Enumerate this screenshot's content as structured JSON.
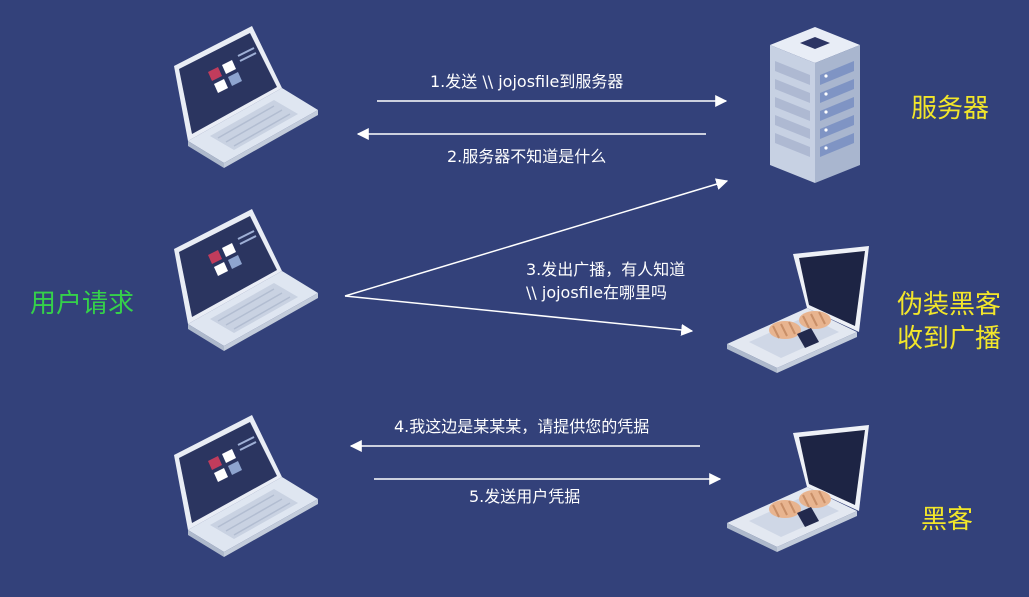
{
  "colors": {
    "background": "#33417a",
    "arrow": "#ffffff",
    "label_text": "#ffffff",
    "server_label": "#f2e62a",
    "hacker_label": "#f2e62a",
    "user_label": "#35d14a"
  },
  "nodes": {
    "server_label": "服务器",
    "user_label": "用户请求",
    "fake_hacker_label_line1": "伪装黑客",
    "fake_hacker_label_line2": "收到广播",
    "hacker_label": "黑客"
  },
  "steps": {
    "step1": "1.发送 \\\\ jojosfile到服务器",
    "step2": "2.服务器不知道是什么",
    "step3_line1": "3.发出广播，有人知道",
    "step3_line2": "\\\\ jojosfile在哪里吗",
    "step4": "4.我这边是某某某，请提供您的凭据",
    "step5": "5.发送用户凭据"
  },
  "icons": {
    "laptop": "laptop-icon",
    "server": "server-icon",
    "hacker": "hacker-laptop-icon"
  }
}
